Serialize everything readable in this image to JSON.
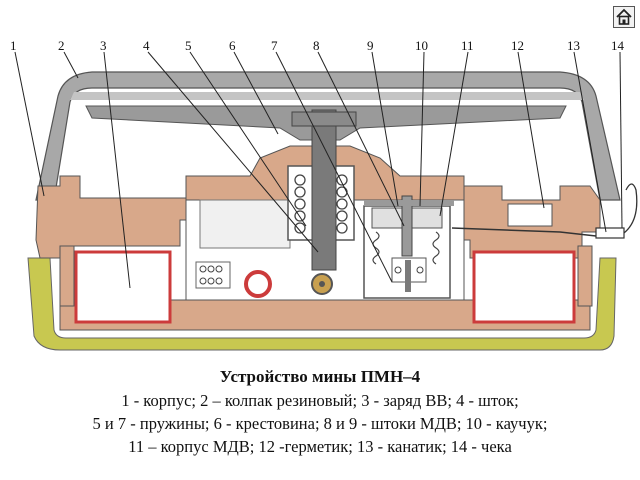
{
  "labels": [
    "1",
    "2",
    "3",
    "4",
    "5",
    "6",
    "7",
    "8",
    "9",
    "10",
    "11",
    "12",
    "13",
    "14"
  ],
  "caption": {
    "title": "Устройство мины ПМН–4",
    "line1": "1 - корпус; 2 – колпак резиновый; 3 - заряд ВВ; 4 - шток;",
    "line2": "5 и 7 - пружины; 6 - крестовина; 8 и 9 - штоки МДВ; 10 - каучук;",
    "line3": "11 – корпус МДВ; 12 -герметик; 13 - канатик; 14 - чека"
  },
  "home_button": {
    "icon": "home-icon"
  },
  "colors": {
    "body": "#d8a88a",
    "cap": "#a8a8a8",
    "charge_frame": "#cc3b3b",
    "lower_shell": "#c8c850",
    "metal": "#7a7a7a"
  }
}
